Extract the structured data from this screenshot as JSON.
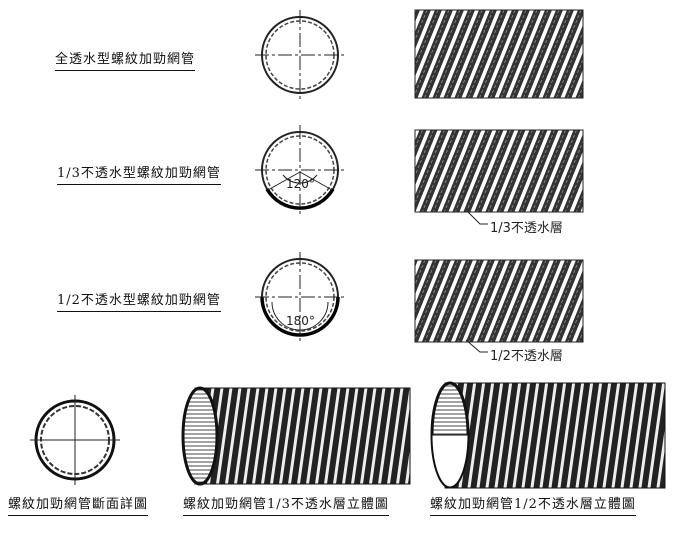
{
  "labels": {
    "full_permeable": "全透水型螺紋加勁網管",
    "one_third_impermeable": "1/3不透水型螺紋加勁網管",
    "one_half_impermeable": "1/2不透水型螺紋加勁網管",
    "section_detail": "螺紋加勁網管斷面詳圖",
    "one_third_3d": "螺紋加勁網管1/3不透水層立體圖",
    "one_half_3d": "螺紋加勁網管1/2不透水層立體圖"
  },
  "annotations": {
    "angle_120": "120°",
    "angle_180": "180°",
    "layer_one_third": "1/3不透水層",
    "layer_one_half": "1/2不透水層"
  }
}
